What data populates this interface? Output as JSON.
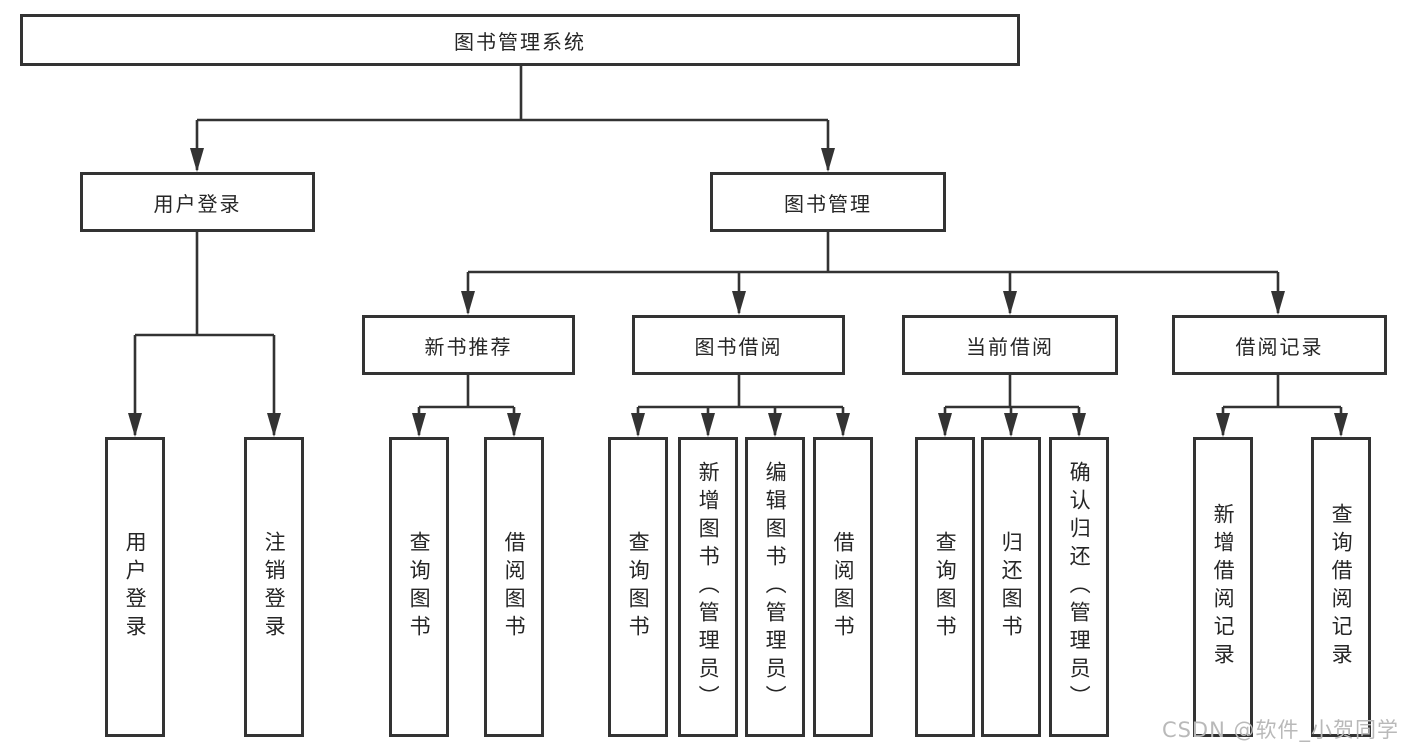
{
  "diagram_type": "hierarchy-flowchart",
  "tree": {
    "root": {
      "label": "图书管理系统",
      "children": [
        {
          "label": "用户登录",
          "children": [
            {
              "label": "用户登录"
            },
            {
              "label": "注销登录"
            }
          ]
        },
        {
          "label": "图书管理",
          "children": [
            {
              "label": "新书推荐",
              "children": [
                {
                  "label": "查询图书"
                },
                {
                  "label": "借阅图书"
                }
              ]
            },
            {
              "label": "图书借阅",
              "children": [
                {
                  "label": "查询图书"
                },
                {
                  "label": "新增图书（管理员）"
                },
                {
                  "label": "编辑图书（管理员）"
                },
                {
                  "label": "借阅图书"
                }
              ]
            },
            {
              "label": "当前借阅",
              "children": [
                {
                  "label": "查询图书"
                },
                {
                  "label": "归还图书"
                },
                {
                  "label": "确认归还（管理员）"
                }
              ]
            },
            {
              "label": "借阅记录",
              "children": [
                {
                  "label": "新增借阅记录"
                },
                {
                  "label": "查询借阅记录"
                }
              ]
            }
          ]
        }
      ]
    }
  },
  "watermark": {
    "text": "CSDN @软件_小贺同学"
  },
  "colors": {
    "line": "#333333",
    "box_border": "#333333",
    "box_fill": "#ffffff",
    "text": "#262626",
    "watermark": "#b9b9b9",
    "background": "#ffffff"
  }
}
